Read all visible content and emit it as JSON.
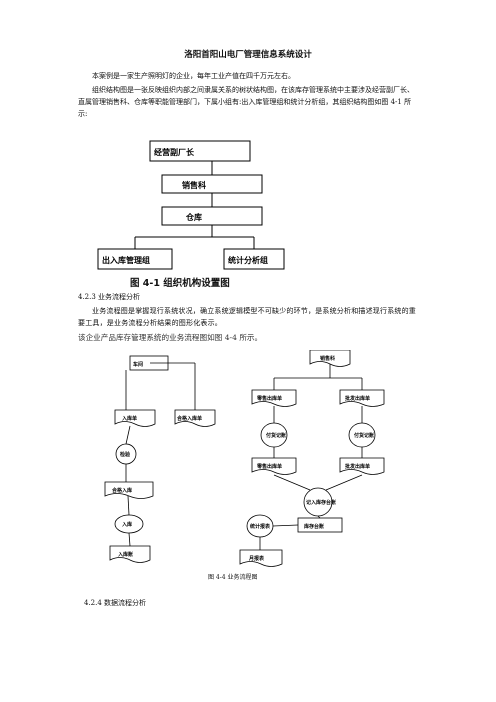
{
  "doc": {
    "title": "洛阳首阳山电厂管理信息系统设计",
    "p1": "本案例是一家生产照明灯的企业，每年工业产值在四千万元左右。",
    "p2": "组织结构图是一张反映组织内部之间隶属关系的树状结构图，在该库存管理系统中主要涉及经营副厂长、直属管理销售科、仓库等职能管理部门，下属小组有:出入库管理组和统计分析组，其组织结构图如图 4-1 所示:",
    "h423": "4.2.3 业务流程分析",
    "p4": "业务流程图是掌握现行系统状况，确立系统逻辑模型不可缺少的环节，是系统分析和描述现行系统的重要工具，是业务流程分析结果的图形化表示。",
    "p5": "该企业产品库存管理系统的业务流程图如图 4-4 所示。",
    "h424": "4.2.4 数据流程分析"
  },
  "org_chart": {
    "caption": "图 4-1   组织机构设置图",
    "nodes": [
      "经营副厂长",
      "销售科",
      "仓库",
      "出入库管理组",
      "统计分析组"
    ]
  },
  "flow_chart": {
    "caption": "图 4-4   业务流程图",
    "left": [
      "车间",
      "入库单",
      "合格入库单",
      "检验",
      "合格入库",
      "入库",
      "入库账"
    ],
    "right": [
      "销售科",
      "零售出库单",
      "批发出库单",
      "付货记账",
      "付货记账",
      "零售出库单",
      "批发出库单",
      "记入库存台账",
      "统计报表",
      "库存台账",
      "月报表"
    ]
  }
}
